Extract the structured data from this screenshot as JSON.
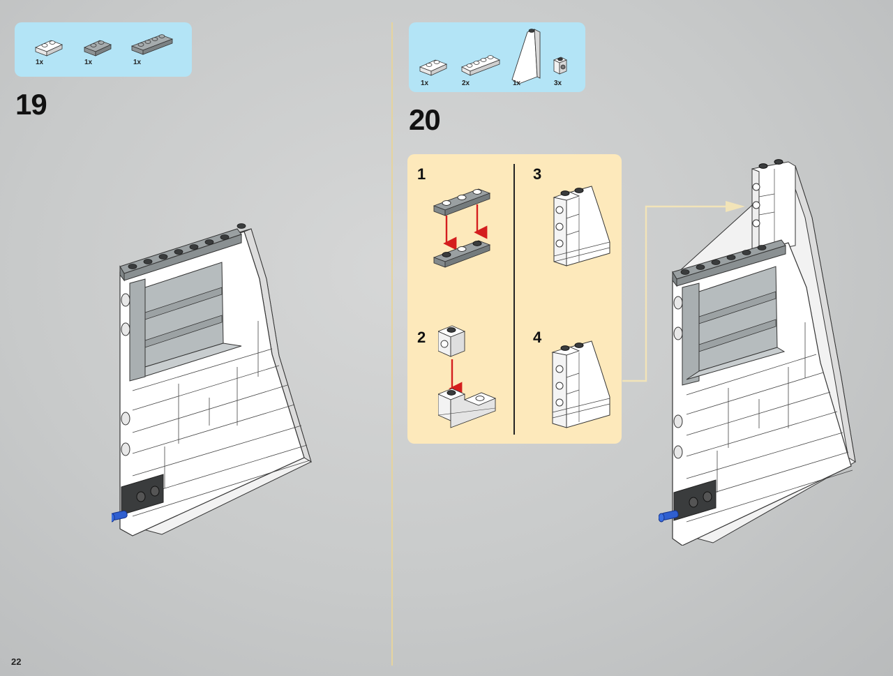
{
  "page_number": "22",
  "steps": [
    {
      "number": "19",
      "parts": [
        {
          "qty": "1x"
        },
        {
          "qty": "1x"
        },
        {
          "qty": "1x"
        }
      ]
    },
    {
      "number": "20",
      "parts": [
        {
          "qty": "1x"
        },
        {
          "qty": "2x"
        },
        {
          "qty": "1x"
        },
        {
          "qty": "3x"
        }
      ]
    }
  ],
  "substeps": [
    "1",
    "2",
    "3",
    "4"
  ],
  "colors": {
    "parts_box": "#b3e4f6",
    "substep_box": "#fde9bb",
    "arrow_red": "#d41e1e",
    "callout_line": "#f2e4b8",
    "divider": "#e6d49e",
    "brick_white": "#ffffff",
    "brick_gray": "#9aa0a2",
    "brick_dark": "#3a3c3d",
    "brick_blue": "#2f5fd0"
  }
}
